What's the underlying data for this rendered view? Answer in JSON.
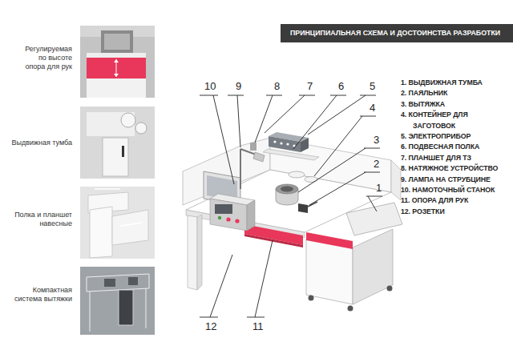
{
  "diagram": {
    "title": "ПРИНЦИПИАЛЬНАЯ СХЕМА И ДОСТОИНСТВА РАЗРАБОТКИ",
    "labels": [
      "Регулируемая по высоте опора для рук",
      "Выдвижная тумба",
      "Полка и планшет навесные",
      "Компактная система вытяжки",
      "10",
      "9",
      "8",
      "7",
      "6",
      "5",
      "4",
      "3",
      "2",
      "1",
      "12",
      "11",
      "1. ВЫДВИЖНАЯ ТУМБА",
      "2. ПАЯЛЬНИК",
      "3. ВЫТЯЖКА",
      "4. КОНТЕЙНЕР ДЛЯ ЗАГОТОВОК",
      "5. ЭЛЕКТРОПРИБОР",
      "6. ПОДВЕСНАЯ ПОЛКА",
      "7. ПЛАНШЕТ ДЛЯ ТЗ",
      "8. НАТЯЖНОЕ УСТРОЙСТВО",
      "9. ЛАМПА НА СТРУБЦИНЕ",
      "10. НАМОТОЧНЫЙ СТАНОК",
      "11. ОПОРА ДЛЯ РУК",
      "12. РОЗЕТКИ"
    ]
  }
}
